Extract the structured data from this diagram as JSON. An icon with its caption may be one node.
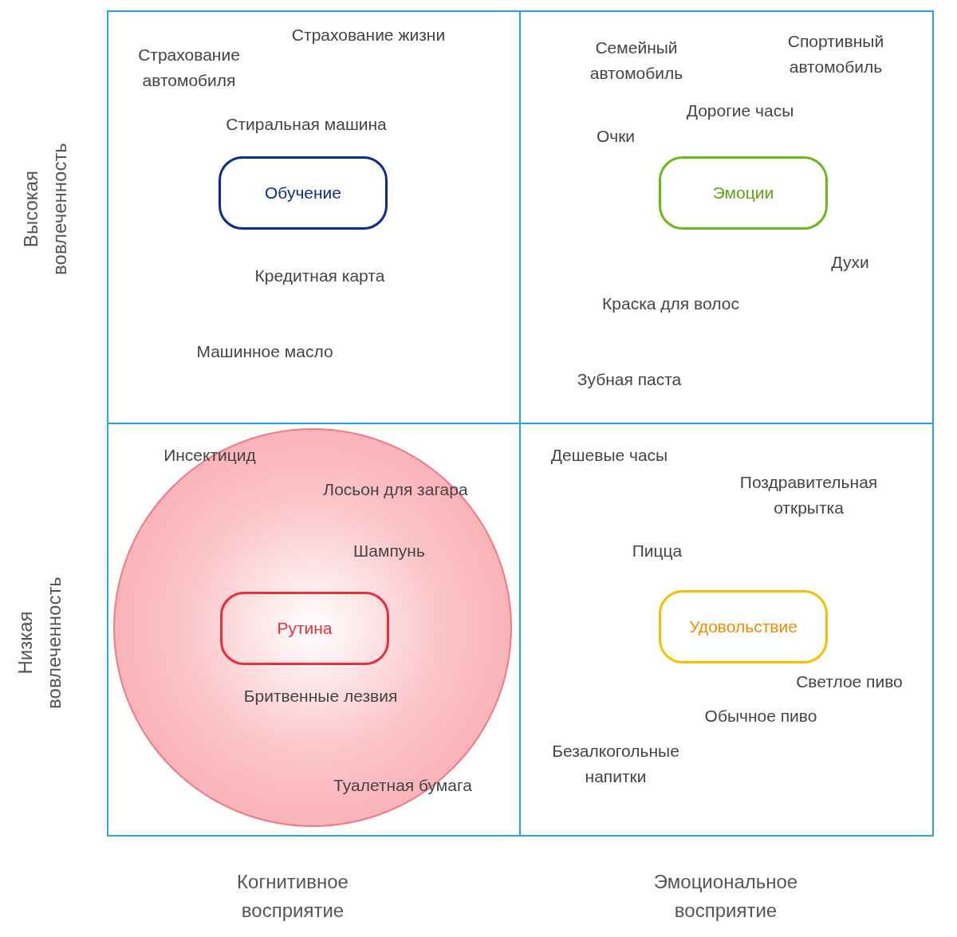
{
  "diagram": {
    "nodes": [
      {
        "text": [
          "Обучение"
        ]
      },
      {
        "text": [
          "Эмоции"
        ]
      },
      {
        "text": [],
        "shape": "circle"
      },
      {
        "text": [
          "Рутина"
        ],
        "in": 2
      },
      {
        "text": [
          "Удовольствие"
        ]
      }
    ],
    "edges": [],
    "labels": [
      "Высокая вовлеченность",
      "Страхование жизни",
      "Страхование автомобиля",
      "Семейный автомобиль",
      "Спортивный автомобиль",
      "Дорогие часы",
      "Стиральная машина",
      "Очки",
      "Духи",
      "Кредитная карта",
      "Краска для волос",
      "Машинное масло",
      "Зубная паста",
      "Низкая вовлеченность",
      "Инсектицид",
      "Дешевые часы",
      "Лосьон для загара",
      "Поздравительная открытка",
      "Шампунь",
      "Пицца",
      "Светлое пиво",
      "Бритвенные лезвия",
      "Обычное пиво",
      "Безалкогольные напитки",
      "Туалетная бумага",
      "Когнитивное восприятие",
      "Эмоциональное восприятие"
    ]
  }
}
